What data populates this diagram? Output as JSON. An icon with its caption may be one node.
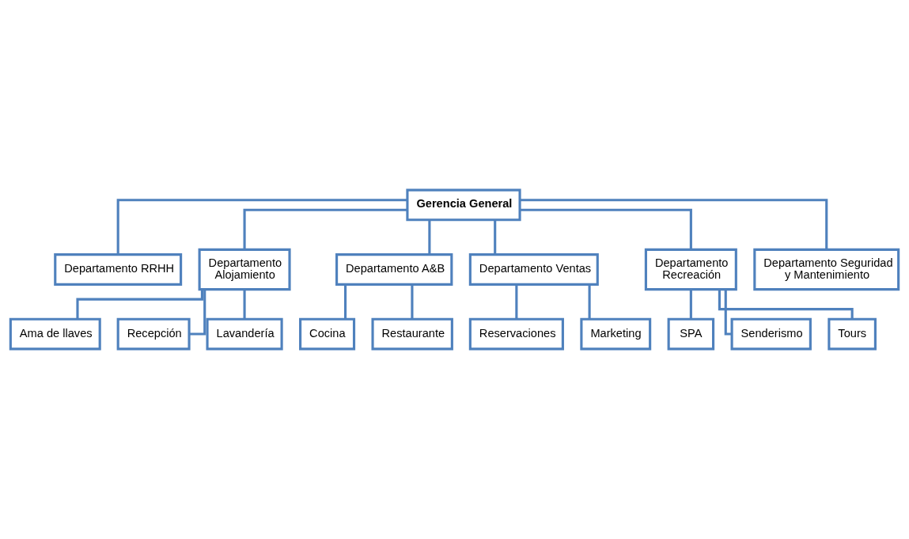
{
  "diagram": {
    "nodes": [
      {
        "text": [
          "Gerencia General"
        ]
      },
      {
        "text": [
          "Departamento RRHH"
        ]
      },
      {
        "text": [
          "Departamento Alojamiento"
        ]
      },
      {
        "text": [
          "Departamento A&B"
        ]
      },
      {
        "text": [
          "Departamento Ventas"
        ]
      },
      {
        "text": [
          "Departamento Recreación"
        ]
      },
      {
        "text": [
          "Departamento Seguridad y Mantenimiento"
        ]
      },
      {
        "text": [
          "Ama de llaves"
        ]
      },
      {
        "text": [
          "Recepción"
        ]
      },
      {
        "text": [
          "Lavandería"
        ]
      },
      {
        "text": [
          "Cocina"
        ]
      },
      {
        "text": [
          "Restaurante"
        ]
      },
      {
        "text": [
          "Reservaciones"
        ]
      },
      {
        "text": [
          "Marketing"
        ]
      },
      {
        "text": [
          "SPA"
        ]
      },
      {
        "text": [
          "Senderismo"
        ]
      },
      {
        "text": [
          "Tours"
        ]
      }
    ],
    "edges": [
      {
        "from": 0,
        "to": 1,
        "arrow": "none"
      },
      {
        "from": 0,
        "to": 2,
        "arrow": "none"
      },
      {
        "from": 0,
        "to": 3,
        "arrow": "none"
      },
      {
        "from": 0,
        "to": 4,
        "arrow": "none"
      },
      {
        "from": 0,
        "to": 5,
        "arrow": "none"
      },
      {
        "from": 0,
        "to": 6,
        "arrow": "none"
      },
      {
        "from": 2,
        "to": 7,
        "arrow": "none"
      },
      {
        "from": 2,
        "to": 8,
        "arrow": "none"
      },
      {
        "from": 2,
        "to": 9,
        "arrow": "none"
      },
      {
        "from": 3,
        "to": 10,
        "arrow": "none"
      },
      {
        "from": 3,
        "to": 11,
        "arrow": "none"
      },
      {
        "from": 4,
        "to": 12,
        "arrow": "none"
      },
      {
        "from": 4,
        "to": 13,
        "arrow": "none"
      },
      {
        "from": 5,
        "to": 14,
        "arrow": "none"
      },
      {
        "from": 5,
        "to": 15,
        "arrow": "none"
      },
      {
        "from": 5,
        "to": 16,
        "arrow": "none"
      }
    ]
  }
}
